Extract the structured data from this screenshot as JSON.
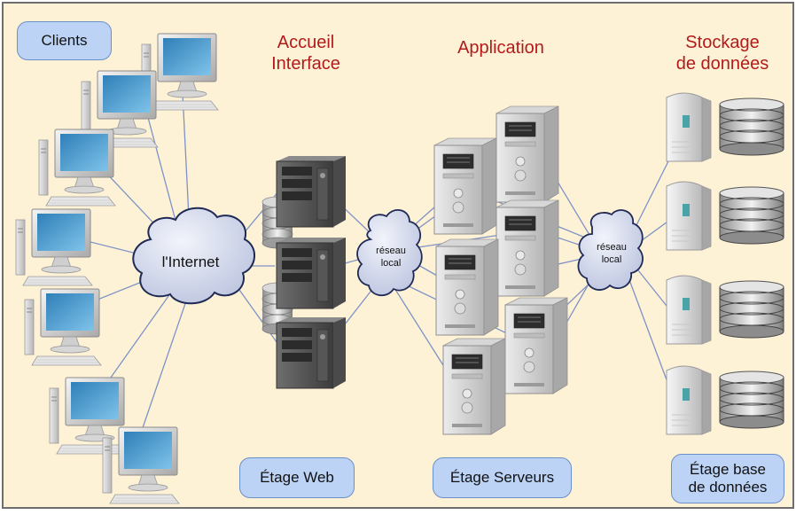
{
  "labels": {
    "clients": "Clients",
    "tier_web_title_1": "Accueil",
    "tier_web_title_2": "Interface",
    "tier_app_title": "Application",
    "tier_db_title_1": "Stockage",
    "tier_db_title_2": "de données",
    "internet": "l'Internet",
    "lan_1_line1": "réseau",
    "lan_1_line2": "local",
    "lan_2_line1": "réseau",
    "lan_2_line2": "local",
    "tier_web": "Étage Web",
    "tier_servers": "Étage Serveurs",
    "tier_db_1": "Étage base",
    "tier_db_2": "de données"
  },
  "colors": {
    "background": "#fdf1d6",
    "heading": "#b31b1b",
    "pill_fill": "#bcd3f5",
    "pill_border": "#6b8fc9",
    "cloud_fill": "#dfe3f1",
    "link_line": "#7e93c6"
  },
  "icons": {
    "client": "desktop-computer-icon",
    "web_server": "server-tower-icon",
    "app_server": "server-tower-icon",
    "db_server": "server-tower-icon",
    "database": "database-disk-stack-icon",
    "network": "cloud-icon"
  }
}
